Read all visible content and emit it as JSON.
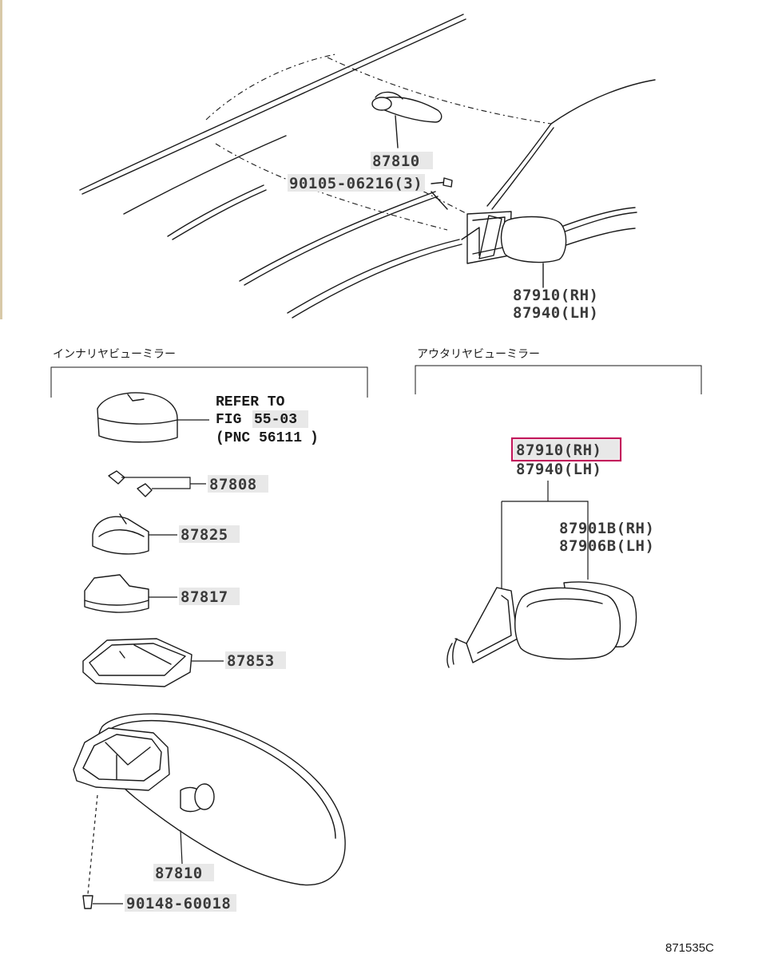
{
  "labels": {
    "top_inner_mirror": "87810",
    "top_screw": "90105-06216(3)",
    "top_outer_rh": "87910(RH)",
    "top_outer_lh": "87940(LH)",
    "inner_section_title": "インナリヤビューミラー",
    "outer_section_title": "アウタリヤビューミラー",
    "refer_line1": "REFER TO",
    "refer_line2_prefix": "FIG ",
    "refer_line2_code": "55-03",
    "refer_line3_prefix": "(PNC ",
    "refer_line3_code": "56111",
    "refer_line3_suffix": ")",
    "p87808": "87808",
    "p87825": "87825",
    "p87817": "87817",
    "p87853": "87853",
    "p87810": "87810",
    "p90148": "90148-60018",
    "outer_rh": "87910(RH)",
    "outer_lh": "87940(LH)",
    "glass_rh": "87901B(RH)",
    "glass_lh": "87906B(LH)",
    "figure_code": "871535C"
  },
  "highlight": {
    "color": "#c2185b",
    "target": "87910(RH)"
  }
}
